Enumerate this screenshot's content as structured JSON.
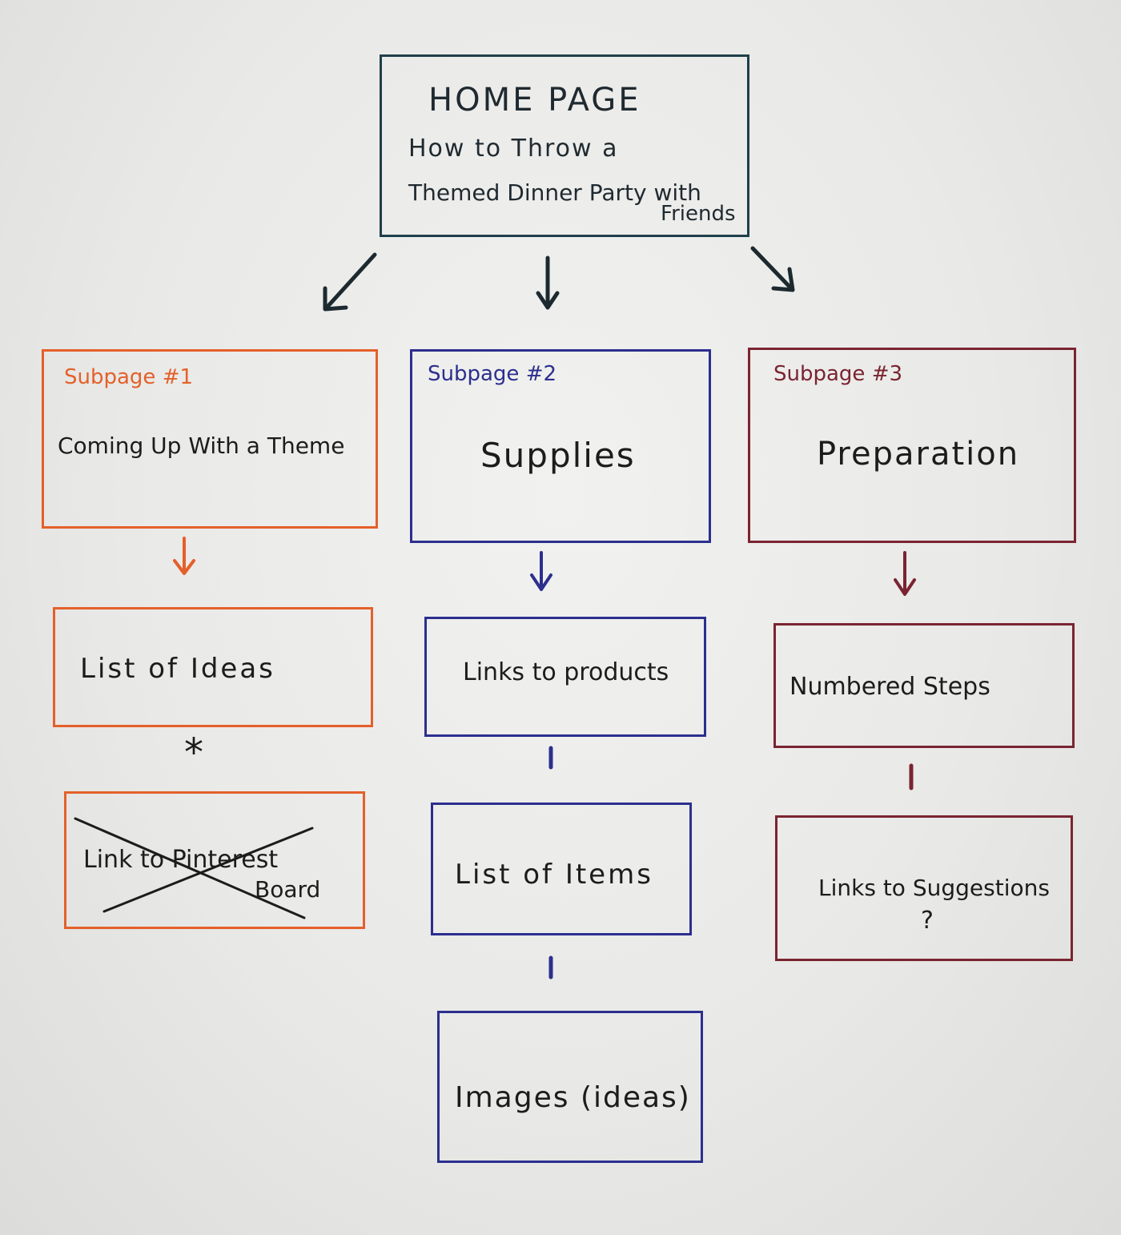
{
  "home": {
    "title": "HOME PAGE",
    "line1": "How to Throw a",
    "line2": "Themed Dinner Party with",
    "line3": "Friends"
  },
  "subpage1": {
    "label": "Subpage #1",
    "title": "Coming Up With a Theme",
    "child1": "List of Ideas",
    "connector": "*",
    "child2_line1": "Link to Pinterest",
    "child2_line2": "Board"
  },
  "subpage2": {
    "label": "Subpage #2",
    "title": "Supplies",
    "child1": "Links to products",
    "child2": "List of Items",
    "child3": "Images (ideas)"
  },
  "subpage3": {
    "label": "Subpage #3",
    "title": "Preparation",
    "child1": "Numbered Steps",
    "child2": "Links to Suggestions",
    "child2_note": "?"
  },
  "colors": {
    "home": "#1f3f4a",
    "subpage1": "#e4602a",
    "subpage2": "#2c2f8e",
    "subpage3": "#7a2431"
  }
}
